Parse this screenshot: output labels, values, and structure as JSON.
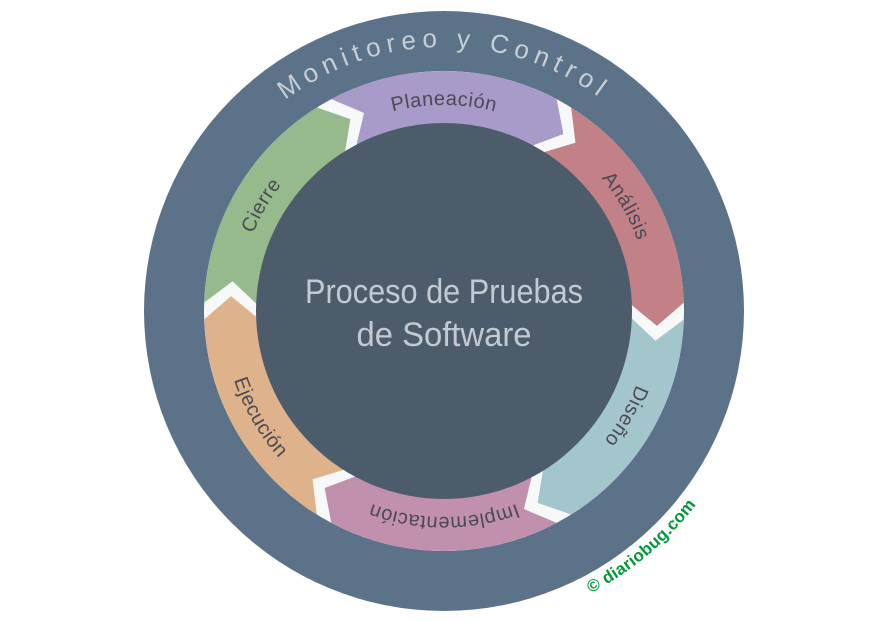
{
  "background": "#ffffff",
  "outer_ring": {
    "label": "Monitoreo y Control",
    "color": "#5b7288",
    "text_color": "#c9ced4"
  },
  "center": {
    "line1": "Proceso de Pruebas",
    "line2": "de Software",
    "color": "#4d5c6b",
    "text_color": "#c3cad2"
  },
  "gap_color": "#f7f8f8",
  "segment_text_color": "#4b4a52",
  "watermark": {
    "text": "© diariobug.com",
    "color": "#009938"
  },
  "segments": [
    {
      "id": "planeacion",
      "label": "Planeación",
      "color": "#a89bca",
      "angle": 0,
      "flipped": false
    },
    {
      "id": "analisis",
      "label": "Análisis",
      "color": "#c18186",
      "angle": 60,
      "flipped": false
    },
    {
      "id": "diseno",
      "label": "Diseño",
      "color": "#a3c6cd",
      "angle": 120,
      "flipped": false
    },
    {
      "id": "implementacion",
      "label": "Implementación",
      "color": "#c190ad",
      "angle": 180,
      "flipped": false
    },
    {
      "id": "ejecucion",
      "label": "Ejecución",
      "color": "#deb28b",
      "angle": 240,
      "flipped": true
    },
    {
      "id": "cierre",
      "label": "Cierre",
      "color": "#97ba8c",
      "angle": 300,
      "flipped": false
    }
  ]
}
